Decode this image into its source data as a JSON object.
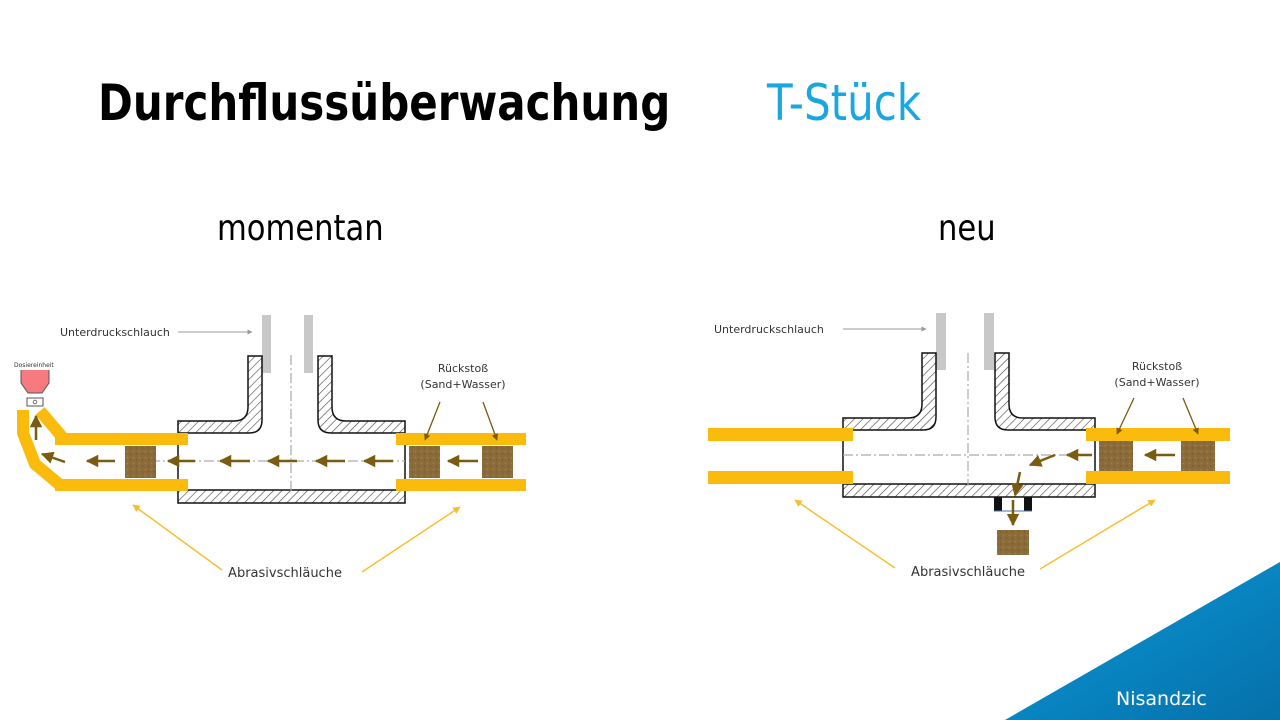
{
  "slide": {
    "title": "Durchflussüberwachung",
    "subtitle": "T-Stück",
    "author": "Nisandzic"
  },
  "left_diagram": {
    "label": "momentan",
    "vacuum_hose_label": "Unterdruckschlauch",
    "dosing_unit_label": "Dosiereinheit",
    "backflow_label_line1": "Rückstoß",
    "backflow_label_line2": "(Sand+Wasser)",
    "hoses_label": "Abrasivschläuche"
  },
  "right_diagram": {
    "label": "neu",
    "vacuum_hose_label": "Unterdruckschlauch",
    "backflow_label_line1": "Rückstoß",
    "backflow_label_line2": "(Sand+Wasser)",
    "hoses_label": "Abrasivschläuche"
  },
  "colors": {
    "accent_blue": "#1aa7e0",
    "corner_blue": "#0a85c4",
    "hose_yellow": "#fbbb0d",
    "sand_brown": "#8b6b3a",
    "arrow_brown": "#7a5c10",
    "pipe_grey": "#c8c8c8",
    "dosing_red": "#f77a7e"
  }
}
